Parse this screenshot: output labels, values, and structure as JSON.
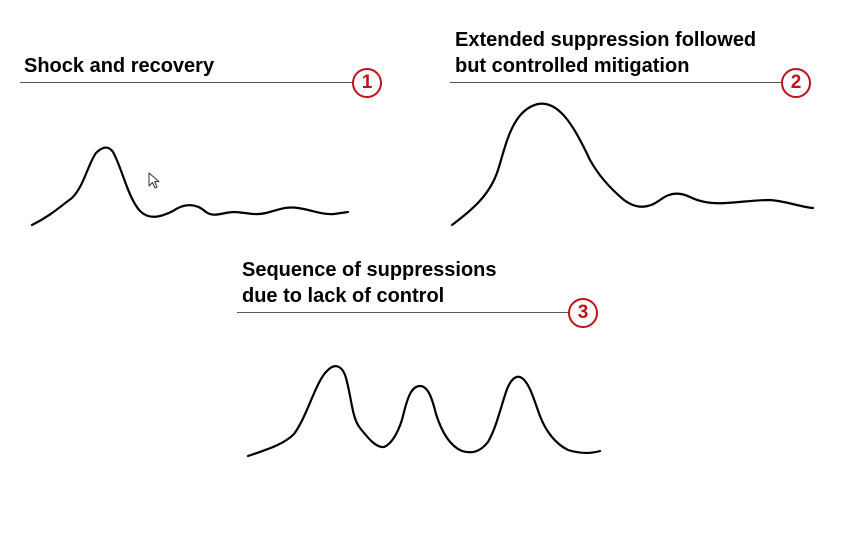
{
  "scenarios": [
    {
      "number": "1",
      "title_lines": [
        "Shock and recovery"
      ]
    },
    {
      "number": "2",
      "title_lines": [
        "Extended suppression followed",
        "but controlled mitigation"
      ]
    },
    {
      "number": "3",
      "title_lines": [
        "Sequence of suppressions",
        "due to lack of control"
      ]
    }
  ],
  "colors": {
    "badge": "#c0121a",
    "curve": "#000000",
    "rule": "#555555"
  },
  "icons": {
    "pointer": "mouse-pointer-icon"
  }
}
